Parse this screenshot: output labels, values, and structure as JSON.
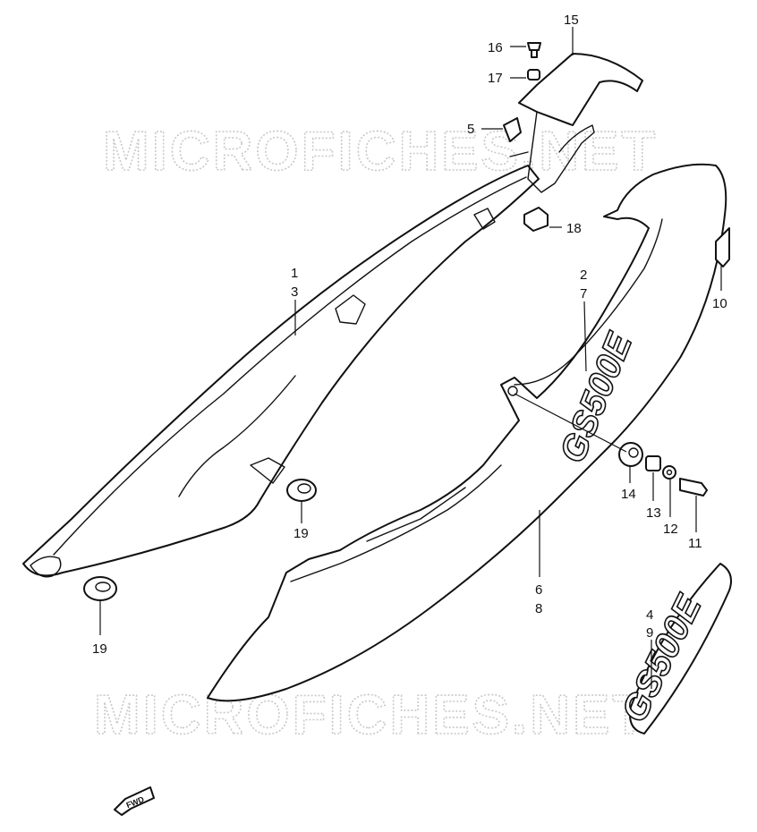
{
  "watermark": "MICROFICHES.NET",
  "emblem_text": "GS500E",
  "fwd_label": "FWD",
  "callouts": {
    "c16": "16",
    "c17": "17",
    "c15": "15",
    "c5": "5",
    "c18": "18",
    "c1": "1",
    "c3": "3",
    "c2": "2",
    "c7": "7",
    "c10": "10",
    "c14": "14",
    "c13": "13",
    "c12": "12",
    "c11": "11",
    "c19a": "19",
    "c19b": "19",
    "c6": "6",
    "c8": "8",
    "c4": "4",
    "c9": "9"
  }
}
